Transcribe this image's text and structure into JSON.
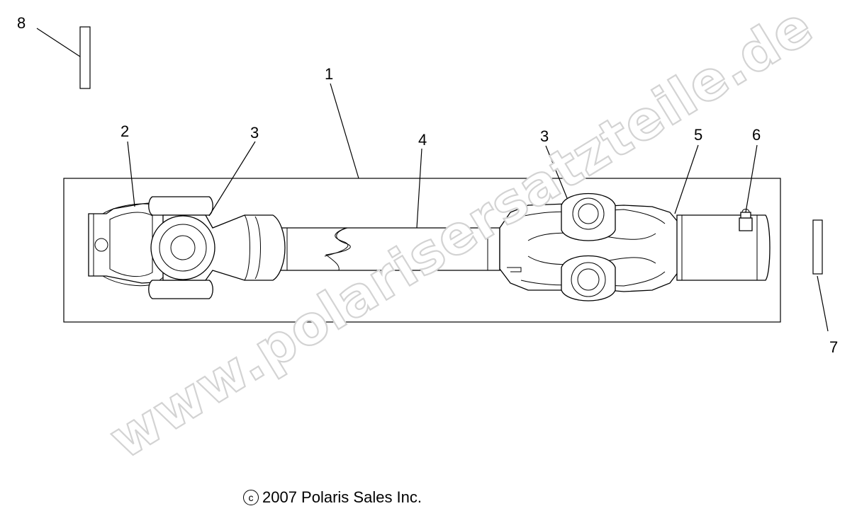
{
  "callouts": {
    "c1": "1",
    "c2": "2",
    "c3_left": "3",
    "c3_right": "3",
    "c4": "4",
    "c5": "5",
    "c6": "6",
    "c7": "7",
    "c8": "8"
  },
  "copyright": {
    "symbol": "c",
    "text": "2007 Polaris Sales Inc."
  },
  "watermark": {
    "text": "www.polarisersatzteile.de"
  }
}
